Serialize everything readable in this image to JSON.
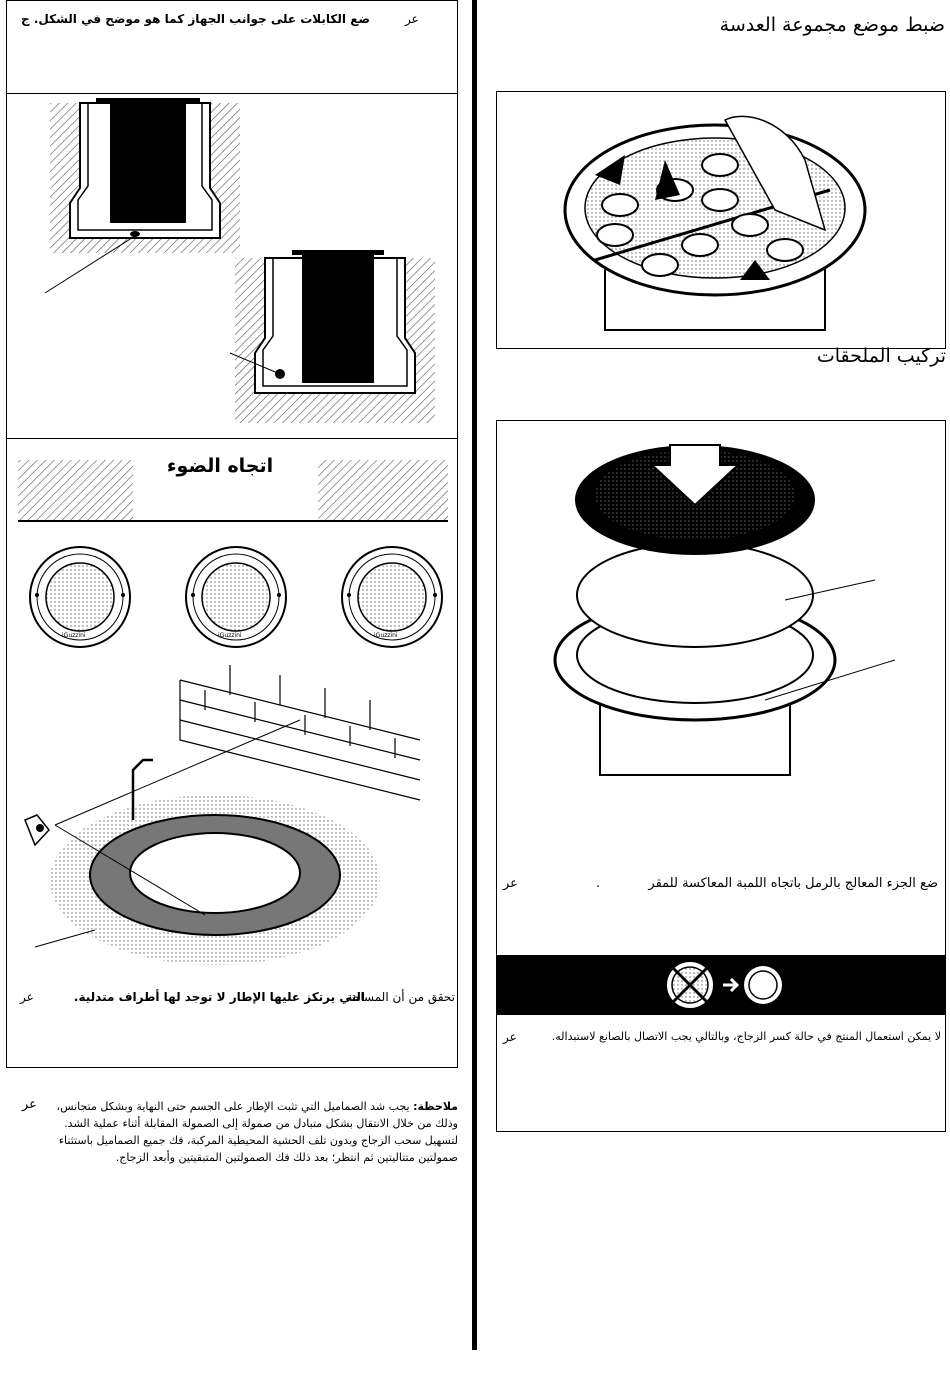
{
  "left": {
    "cables": {
      "text": "ضع الكابلات على جوانب الجهاز كما هو موضح في الشكل. ج",
      "lang": "عر"
    },
    "light_direction": {
      "title": "اتجاه الضوء",
      "brand": "iGuzzini"
    },
    "frame_check": {
      "text_a": "تحقق من أن المساحة",
      "text_b": "التي يرتكز عليها الإطار لا توجد لها أطراف متدلية.",
      "lang": "عر"
    },
    "note": {
      "label": "ملاحظة:",
      "line1": "يجب شد الصماميل التي تثبت الإطار على الجسم حتى النهاية وبشكل متجانس،",
      "line2": "وذلك من خلال الانتقال بشكل متبادل من صمولة إلى الصمولة المقابلة أثناء عملية الشد.",
      "line3": "لتسهيل سحب الزجاج وبدون تلف الحشية المحيطية المركبة، فك جميع الصماميل باستثناء",
      "line4": "صمولتين متتاليتين ثم انتظر؛ بعد ذلك فك الصمولتين المتبقيتين وأبعد الزجاج.",
      "lang": "عر"
    }
  },
  "right": {
    "lens_title": "ضبط موضع مجموعة العدسة",
    "accessories_title": "تركيب الملحقات",
    "sand_text": "ضع الجزء المعالج بالرمل باتجاه اللمبة المعاكسة للمقر",
    "sand_dot": ".",
    "sand_lang": "عر",
    "glass_warning": "لا يمكن استعمال المنتج في حالة كسر الزجاج، وبالتالي يجب الاتصال بالصانع لاستبداله.",
    "glass_lang": "عر"
  }
}
